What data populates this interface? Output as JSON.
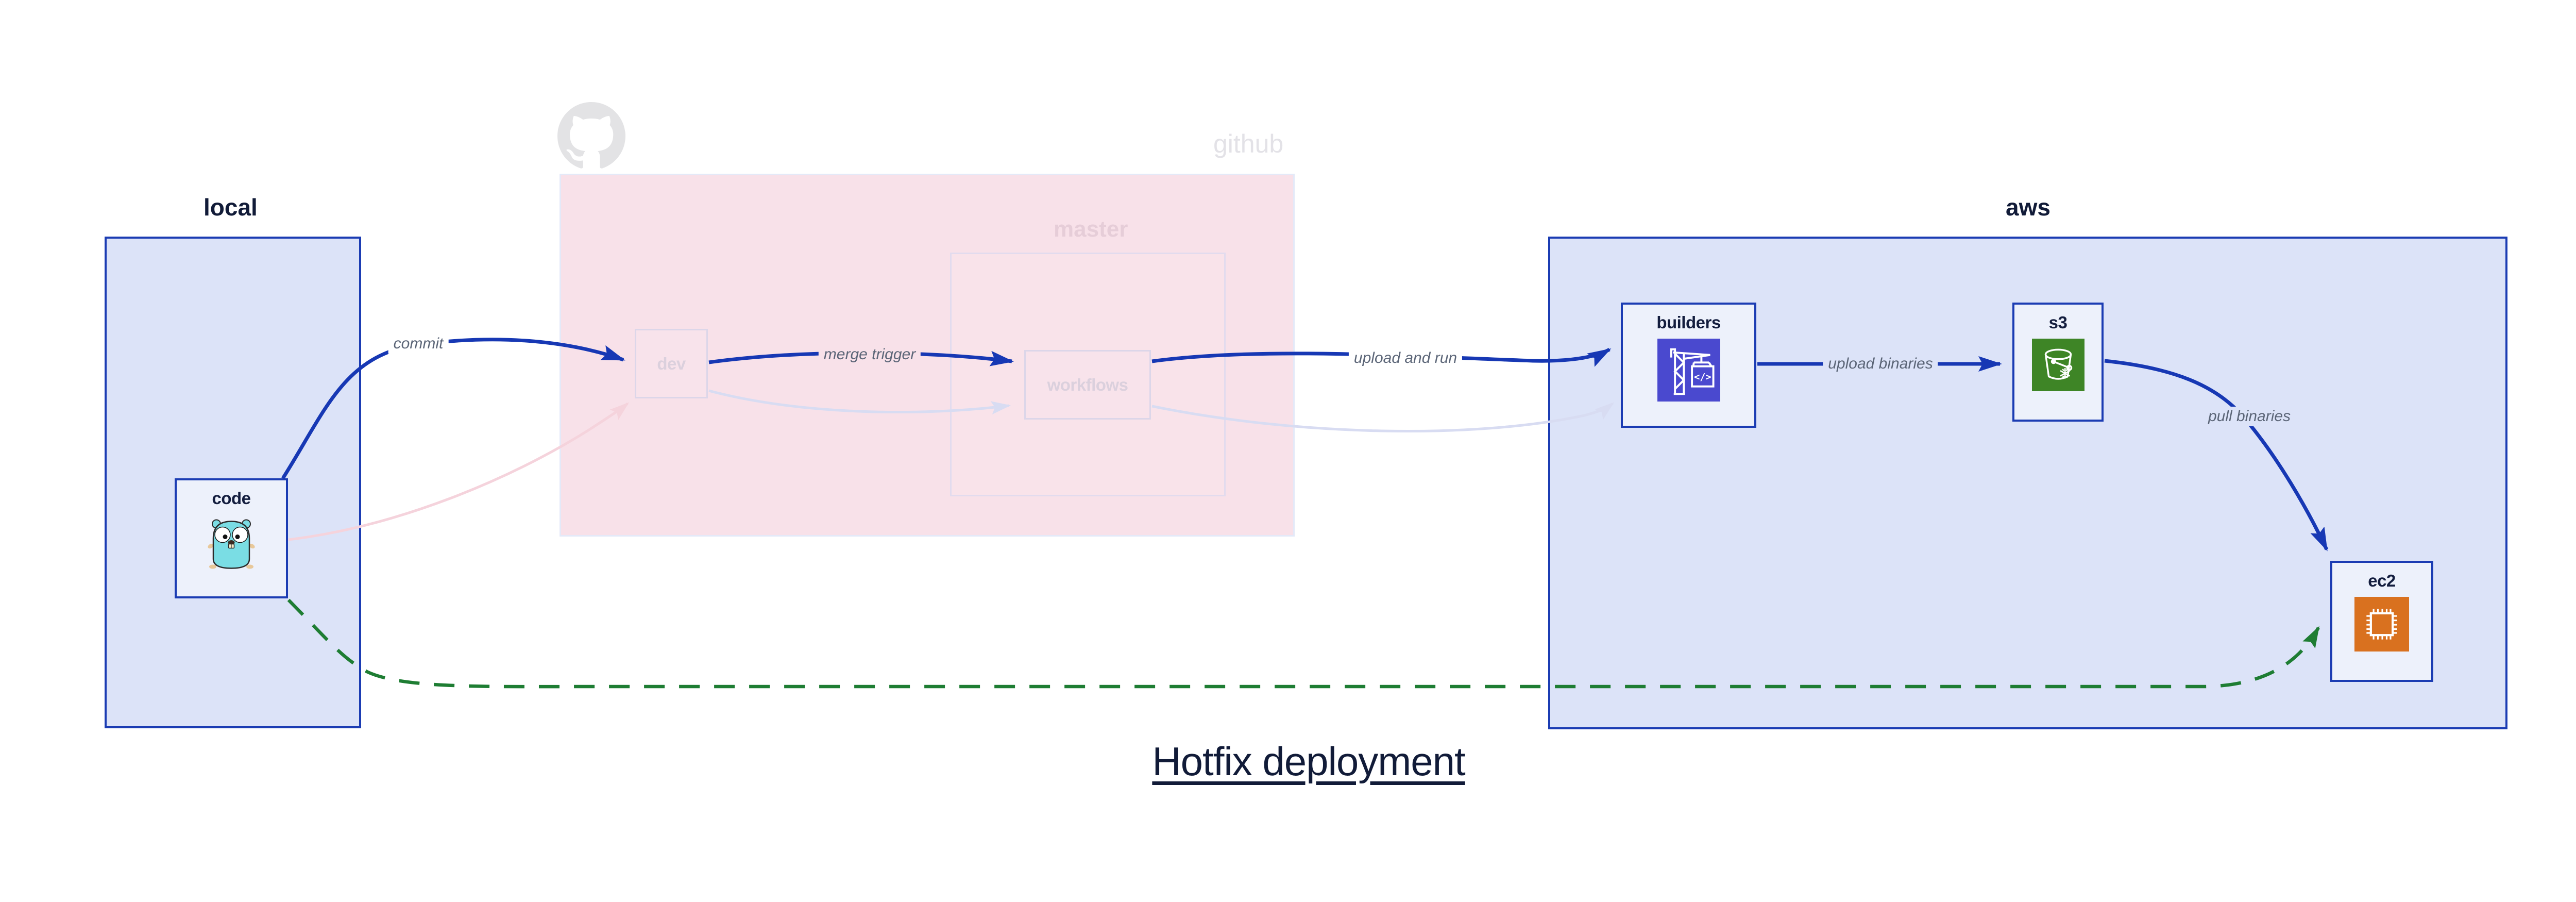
{
  "title": "Hotfix deployment",
  "containers": {
    "local": {
      "label": "local"
    },
    "github": {
      "label": "github",
      "icon": "octocat-icon",
      "master": {
        "label": "master"
      }
    },
    "aws": {
      "label": "aws"
    }
  },
  "nodes": {
    "code": {
      "label": "code",
      "icon": "gopher-icon"
    },
    "dev": {
      "label": "dev"
    },
    "workflows": {
      "label": "workflows"
    },
    "builders": {
      "label": "builders",
      "icon": "codebuild-crane-icon"
    },
    "s3": {
      "label": "s3",
      "icon": "s3-bucket-icon"
    },
    "ec2": {
      "label": "ec2",
      "icon": "ec2-chip-icon"
    }
  },
  "edges": {
    "commit": {
      "label": "commit",
      "style": "solid-blue",
      "from": "code",
      "to": "dev"
    },
    "merge_trigger": {
      "label": "merge trigger",
      "style": "solid-blue",
      "from": "dev",
      "to": "workflows"
    },
    "upload_and_run": {
      "label": "upload and run",
      "style": "solid-blue",
      "from": "workflows",
      "to": "builders"
    },
    "upload_binaries": {
      "label": "upload binaries",
      "style": "solid-blue",
      "from": "builders",
      "to": "s3"
    },
    "pull_binaries": {
      "label": "pull binaries",
      "style": "solid-blue",
      "from": "s3",
      "to": "ec2"
    },
    "code_to_dev_faded": {
      "label": "",
      "style": "faded-pink",
      "from": "code",
      "to": "dev"
    },
    "dev_to_workflows_faded": {
      "label": "",
      "style": "faded-lavender",
      "from": "dev",
      "to": "workflows"
    },
    "workflows_to_builders_faded": {
      "label": "",
      "style": "faded-lavender",
      "from": "workflows",
      "to": "builders"
    },
    "hotfix_path": {
      "label": "",
      "style": "dashed-green",
      "from": "code",
      "to": "ec2"
    }
  },
  "colors": {
    "arrow_blue": "#1738b4",
    "arrow_green": "#1e7d33",
    "arrow_faded_pink": "#f5d3dc",
    "arrow_faded_lavender": "#d8dcf2",
    "container_blue_fill": "#dce3f8",
    "container_blue_border": "#1b3cb3",
    "github_fill": "#f8e1e9",
    "node_fill": "#edf1fb",
    "label_gray": "#5b6577",
    "title_navy": "#111b38",
    "codebuild_indigo": "#4a49cf",
    "s3_green": "#3e8526",
    "ec2_orange": "#d9711f"
  }
}
